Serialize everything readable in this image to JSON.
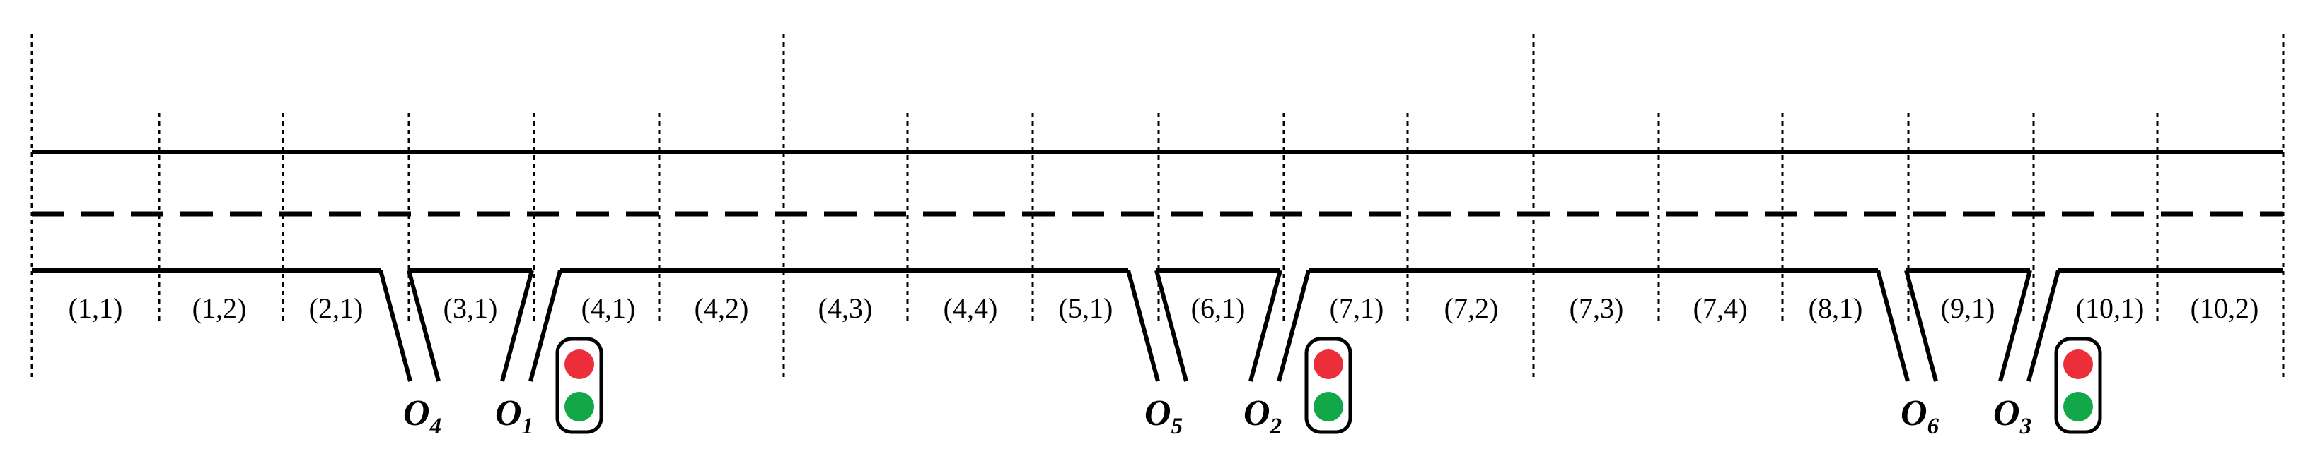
{
  "cells": [
    "(1,1)",
    "(1,2)",
    "(2,1)",
    "(3,1)",
    "(4,1)",
    "(4,2)",
    "(4,3)",
    "(4,4)",
    "(5,1)",
    "(6,1)",
    "(7,1)",
    "(7,2)",
    "(7,3)",
    "(7,4)",
    "(8,1)",
    "(9,1)",
    "(10,1)",
    "(10,2)"
  ],
  "ramps": [
    {
      "letter": "O",
      "sub": "4"
    },
    {
      "letter": "O",
      "sub": "1"
    },
    {
      "letter": "O",
      "sub": "5"
    },
    {
      "letter": "O",
      "sub": "2"
    },
    {
      "letter": "O",
      "sub": "6"
    },
    {
      "letter": "O",
      "sub": "3"
    }
  ],
  "colors": {
    "line": "#000000",
    "signal_red": "#ec2d3a",
    "signal_green": "#12a84a",
    "background": "#ffffff"
  },
  "icons": {
    "traffic_light": "traffic-light-icon"
  }
}
